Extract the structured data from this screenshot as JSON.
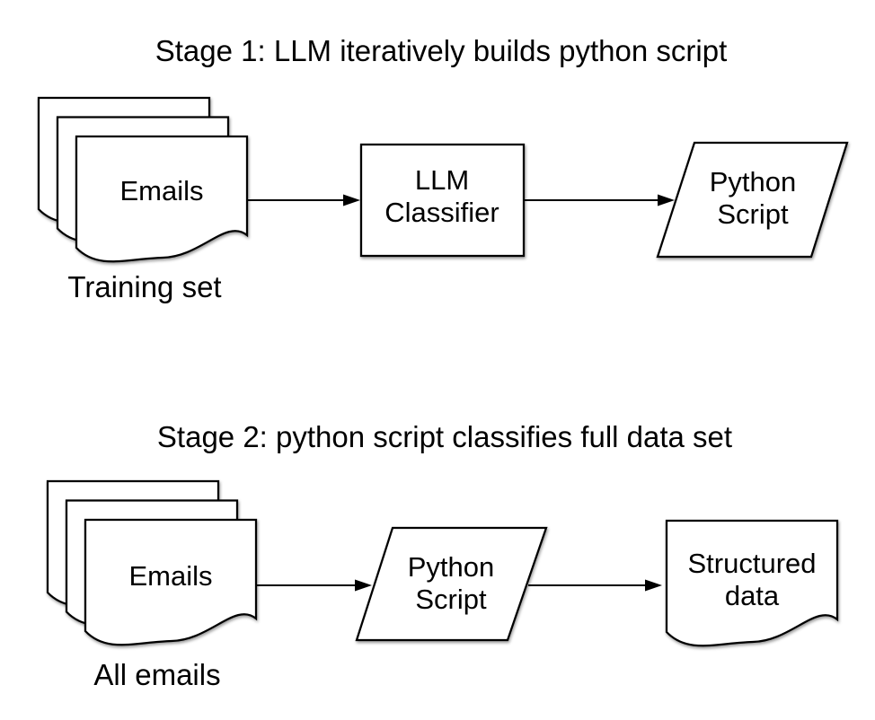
{
  "colors": {
    "background": "#ffffff",
    "shape_fill": "#ffffff",
    "stroke": "#000000",
    "text": "#000000"
  },
  "stage1": {
    "title": "Stage 1: LLM iteratively builds python script",
    "input": {
      "label": "Emails",
      "caption": "Training set"
    },
    "process": {
      "line1": "LLM",
      "line2": "Classifier"
    },
    "output": {
      "line1": "Python",
      "line2": "Script"
    }
  },
  "stage2": {
    "title": "Stage 2: python script classifies full data set",
    "input": {
      "label": "Emails",
      "caption": "All emails"
    },
    "process": {
      "line1": "Python",
      "line2": "Script"
    },
    "output": {
      "line1": "Structured",
      "line2": "data"
    }
  }
}
